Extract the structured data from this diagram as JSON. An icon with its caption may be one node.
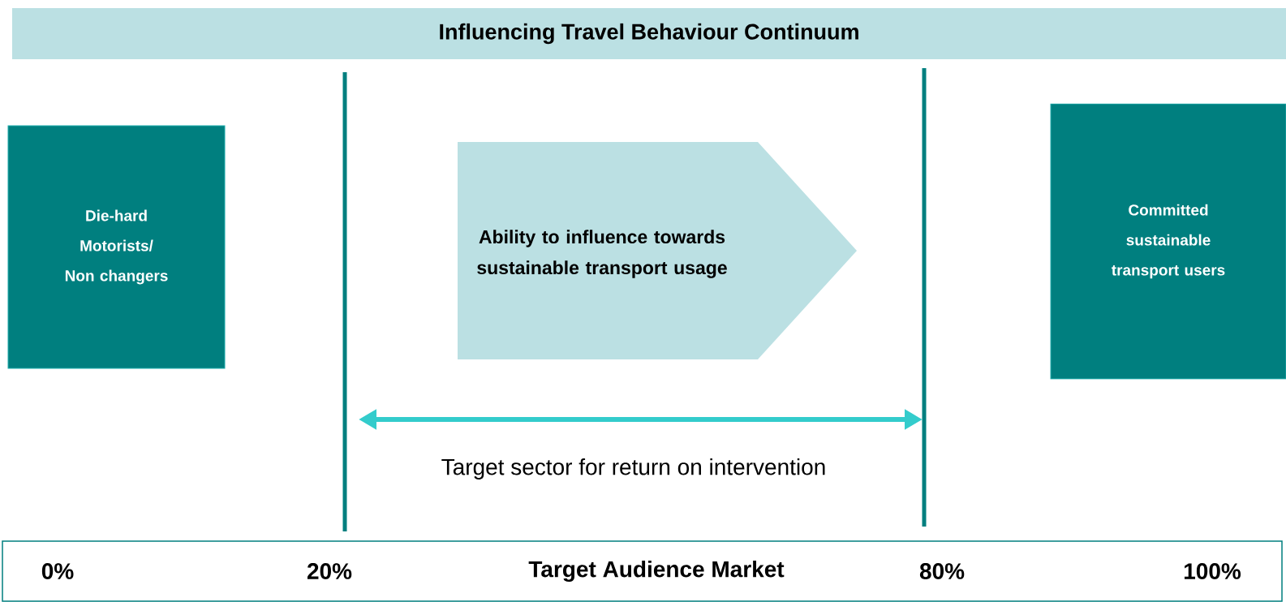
{
  "diagram": {
    "nodes": [
      {
        "text": [
          "Influencing Travel Behaviour Continuum"
        ]
      },
      {
        "text": [
          "Die-hard Motorists/ Non changers"
        ]
      },
      {
        "text": [
          "Ability to influence towards sustainable transport usage"
        ]
      },
      {
        "text": [
          "Committed sustainable transport users"
        ]
      },
      {
        "text": [
          "0%",
          "20%",
          "Target Audience Market",
          "80%",
          "100%"
        ]
      }
    ],
    "labels": [
      "Target sector for return on intervention"
    ]
  }
}
